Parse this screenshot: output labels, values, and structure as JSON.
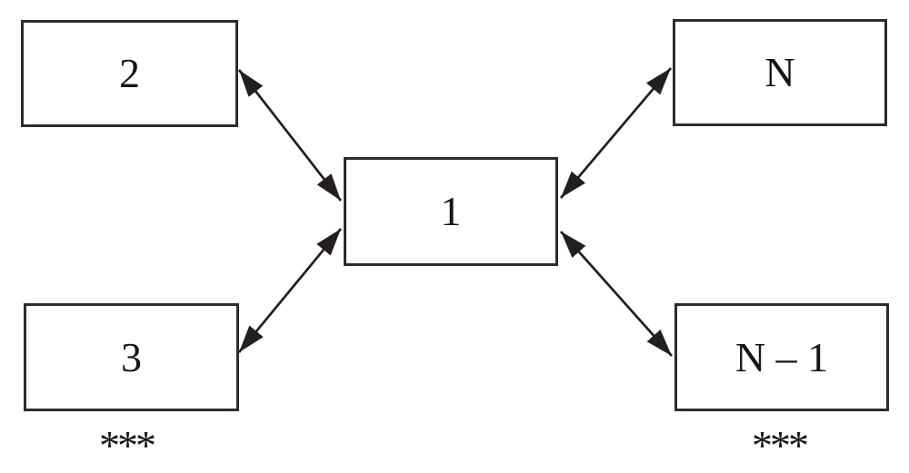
{
  "colors": {
    "ink": "#231f20",
    "border": "#2e2b2c",
    "text": "#141414",
    "background": "#ffffff",
    "node_fill": "#ffffff"
  },
  "nodes": {
    "center": {
      "label": "1"
    },
    "top_left": {
      "label": "2"
    },
    "bottom_left": {
      "label": "3"
    },
    "top_right": {
      "label": "N"
    },
    "bottom_right": {
      "label": "N – 1"
    }
  },
  "ellipsis": {
    "left": "***",
    "right": "***"
  },
  "edges": [
    {
      "from": "2",
      "to": "1",
      "bidirectional": true
    },
    {
      "from": "N",
      "to": "1",
      "bidirectional": true
    },
    {
      "from": "3",
      "to": "1",
      "bidirectional": true
    },
    {
      "from": "N – 1",
      "to": "1",
      "bidirectional": true
    }
  ]
}
